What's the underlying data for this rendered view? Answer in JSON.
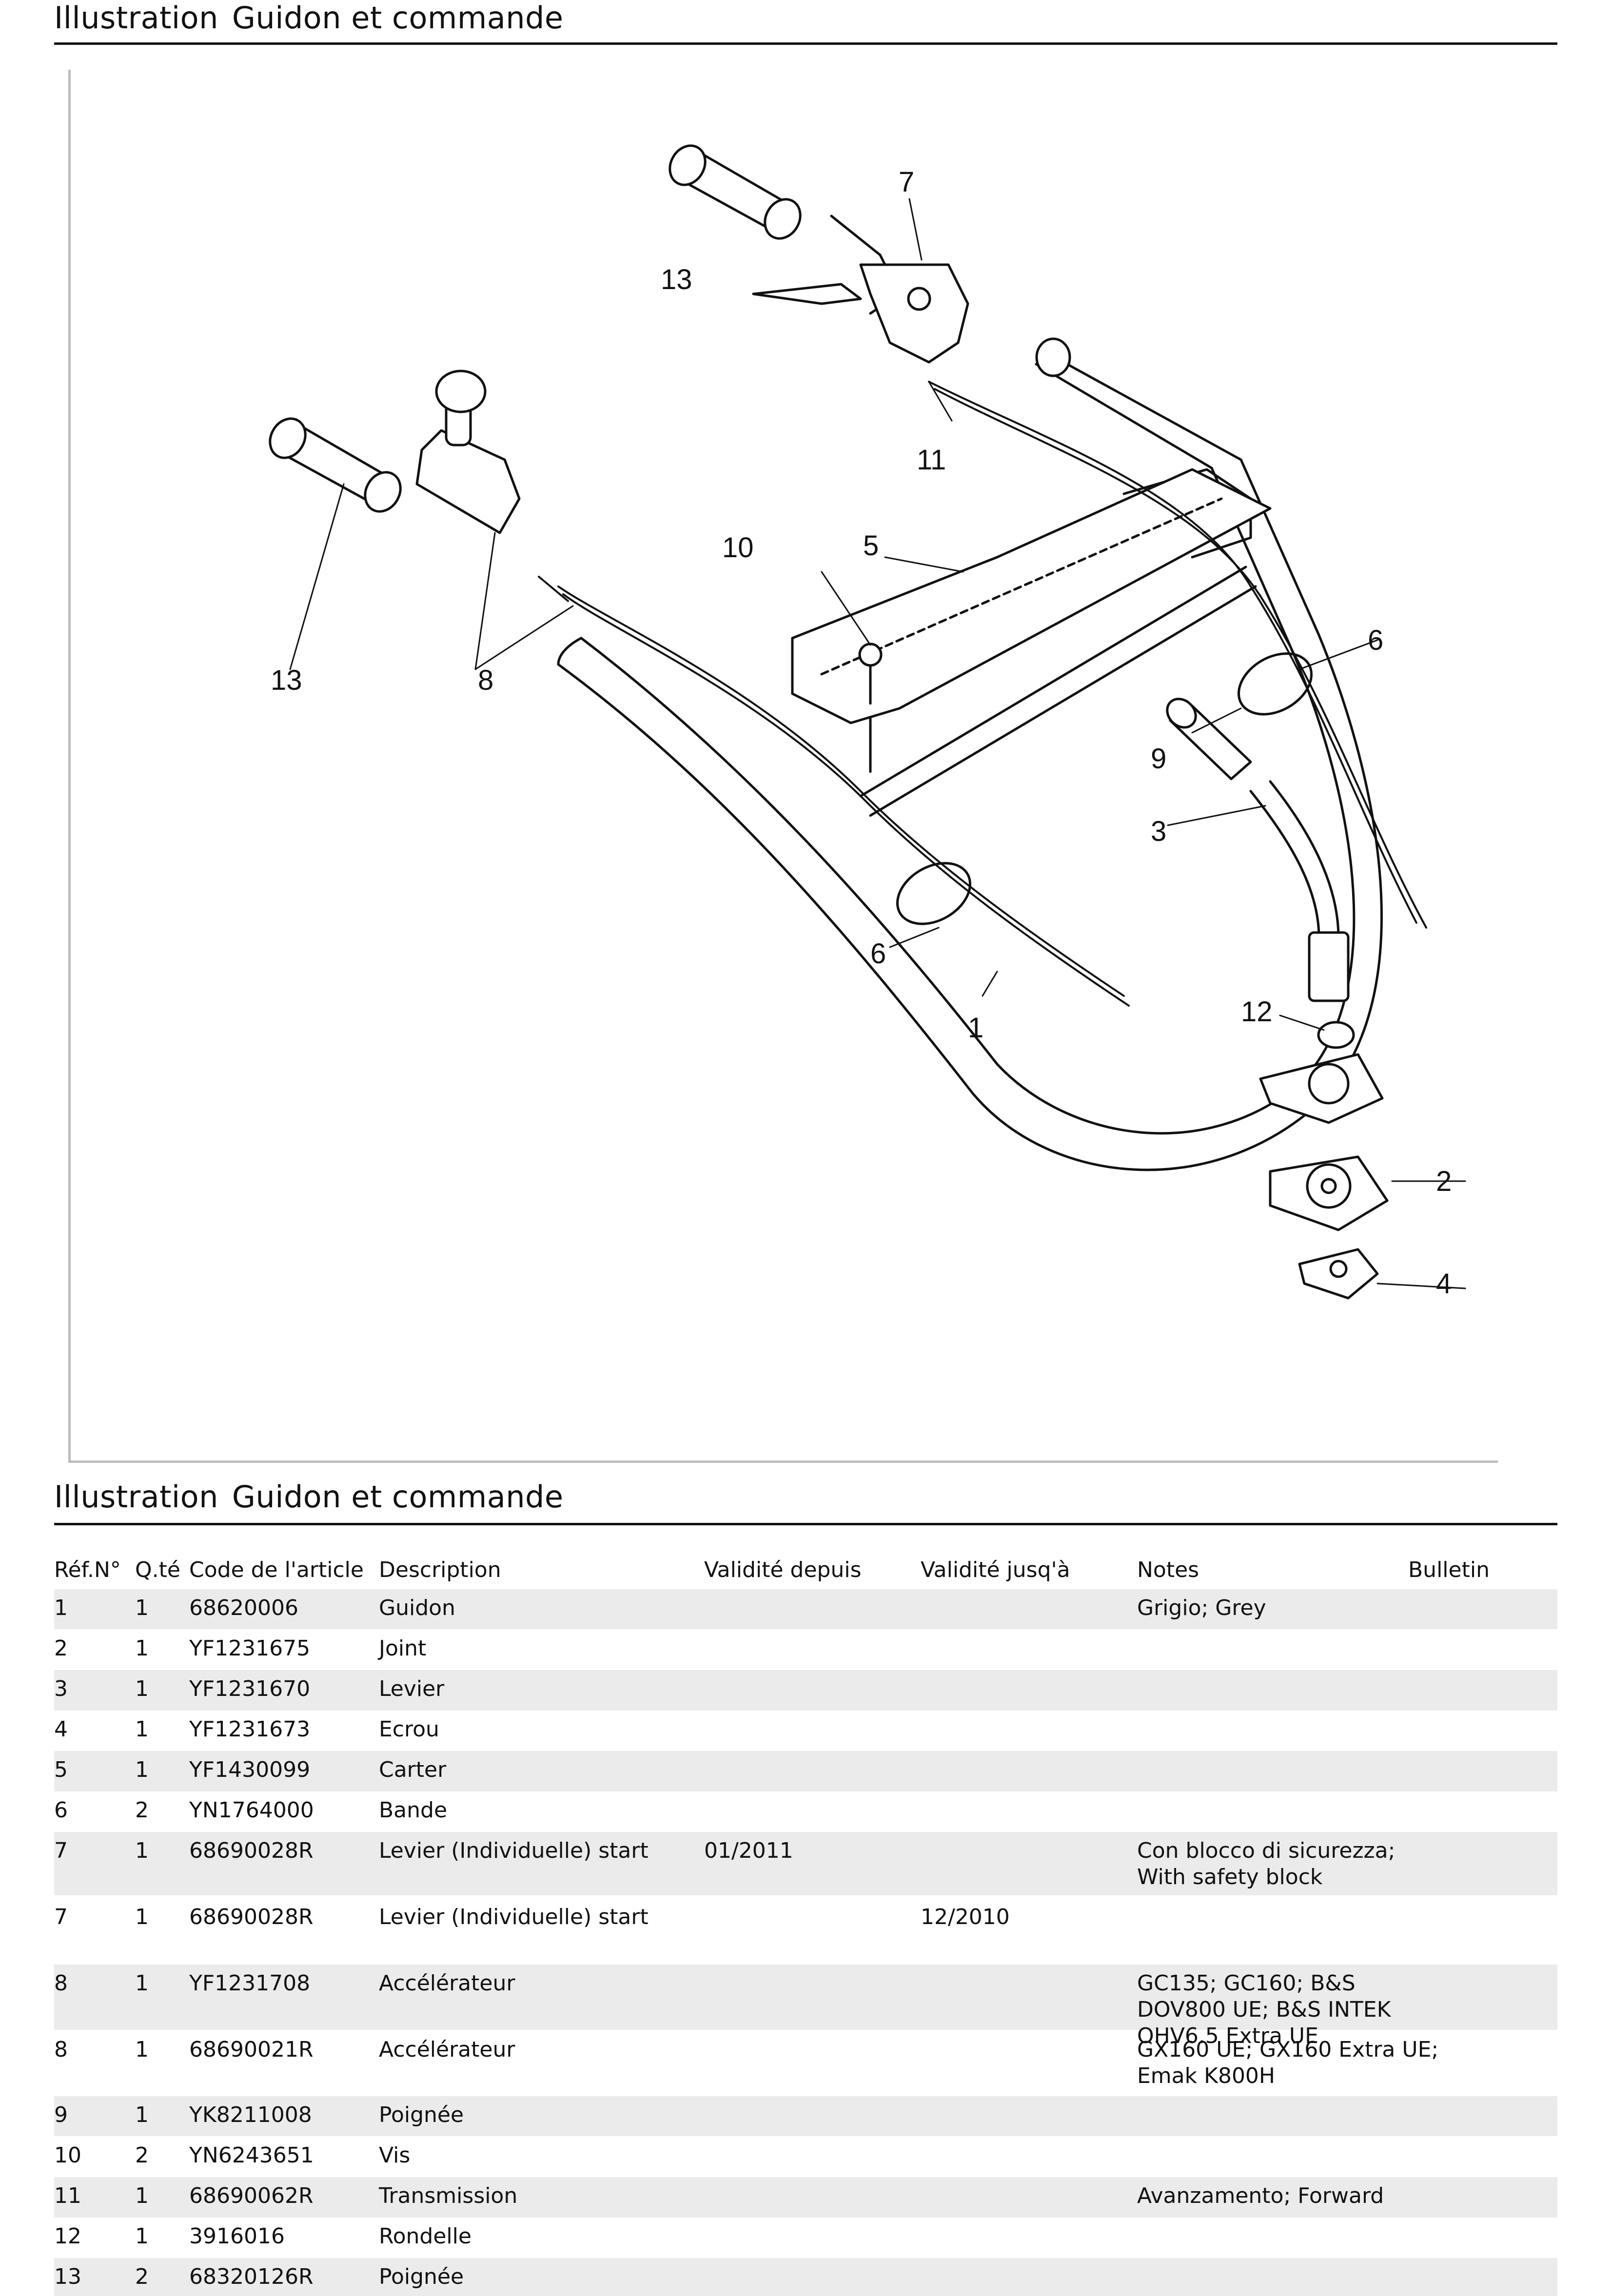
{
  "header": {
    "label": "Illustration",
    "title": "Guidon et commande"
  },
  "diagram": {
    "callouts": [
      "7",
      "13",
      "11",
      "10",
      "5",
      "6",
      "13",
      "8",
      "9",
      "3",
      "6",
      "12",
      "1",
      "2",
      "4"
    ]
  },
  "table": {
    "label": "Illustration",
    "title": "Guidon et commande",
    "columns": [
      "Réf.N°",
      "Q.té",
      "Code de l'article",
      "Description",
      "Validité depuis",
      "Validité jusq'à",
      "Notes",
      "Bulletin"
    ],
    "rows": [
      {
        "ref": "1",
        "qty": "1",
        "code": "68620006",
        "desc": "Guidon",
        "from": "",
        "until": "",
        "notes": [
          "Grigio; Grey"
        ],
        "bulletin": ""
      },
      {
        "ref": "2",
        "qty": "1",
        "code": "YF1231675",
        "desc": "Joint",
        "from": "",
        "until": "",
        "notes": [],
        "bulletin": ""
      },
      {
        "ref": "3",
        "qty": "1",
        "code": "YF1231670",
        "desc": "Levier",
        "from": "",
        "until": "",
        "notes": [],
        "bulletin": ""
      },
      {
        "ref": "4",
        "qty": "1",
        "code": "YF1231673",
        "desc": "Ecrou",
        "from": "",
        "until": "",
        "notes": [],
        "bulletin": ""
      },
      {
        "ref": "5",
        "qty": "1",
        "code": "YF1430099",
        "desc": "Carter",
        "from": "",
        "until": "",
        "notes": [],
        "bulletin": ""
      },
      {
        "ref": "6",
        "qty": "2",
        "code": "YN1764000",
        "desc": "Bande",
        "from": "",
        "until": "",
        "notes": [],
        "bulletin": ""
      },
      {
        "ref": "7",
        "qty": "1",
        "code": "68690028R",
        "desc": "Levier (Individuelle) start",
        "from": "01/2011",
        "until": "",
        "notes": [
          "Con blocco di sicurezza;",
          "With safety block"
        ],
        "bulletin": ""
      },
      {
        "ref": "7",
        "qty": "1",
        "code": "68690028R",
        "desc": "Levier (Individuelle) start",
        "from": "",
        "until": "12/2010",
        "notes": [],
        "bulletin": ""
      },
      {
        "ref": "8",
        "qty": "1",
        "code": "YF1231708",
        "desc": "Accélérateur",
        "from": "",
        "until": "",
        "notes": [
          "GC135; GC160; B&S",
          "DOV800 UE; B&S INTEK",
          "OHV6.5 Extra UE"
        ],
        "bulletin": ""
      },
      {
        "ref": "8",
        "qty": "1",
        "code": "68690021R",
        "desc": "Accélérateur",
        "from": "",
        "until": "",
        "notes": [
          "GX160 UE; GX160 Extra UE;",
          "Emak K800H"
        ],
        "bulletin": ""
      },
      {
        "ref": "9",
        "qty": "1",
        "code": "YK8211008",
        "desc": "Poignée",
        "from": "",
        "until": "",
        "notes": [],
        "bulletin": ""
      },
      {
        "ref": "10",
        "qty": "2",
        "code": "YN6243651",
        "desc": "Vis",
        "from": "",
        "until": "",
        "notes": [],
        "bulletin": ""
      },
      {
        "ref": "11",
        "qty": "1",
        "code": "68690062R",
        "desc": "Transmission",
        "from": "",
        "until": "",
        "notes": [
          "Avanzamento; Forward"
        ],
        "bulletin": ""
      },
      {
        "ref": "12",
        "qty": "1",
        "code": "3916016",
        "desc": "Rondelle",
        "from": "",
        "until": "",
        "notes": [],
        "bulletin": ""
      },
      {
        "ref": "13",
        "qty": "2",
        "code": "68320126R",
        "desc": "Poignée",
        "from": "",
        "until": "",
        "notes": [],
        "bulletin": ""
      }
    ]
  }
}
